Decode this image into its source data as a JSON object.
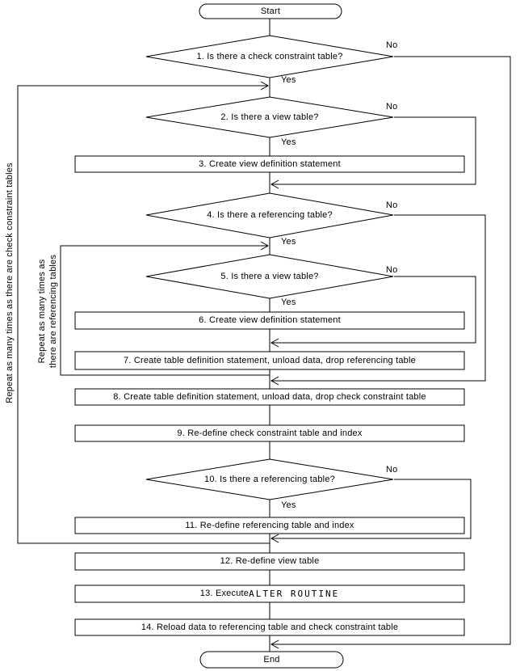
{
  "nodes": {
    "start": "Start",
    "d1": "1. Is there a check constraint table?",
    "d2": "2. Is there a view table?",
    "r3": "3. Create view definition statement",
    "d4": "4. Is there a referencing table?",
    "d5": "5. Is there a view table?",
    "r6": "6. Create view definition statement",
    "r7": "7. Create table definition statement, unload data, drop referencing table",
    "r8": "8. Create table definition statement, unload data, drop check constraint table",
    "r9": "9. Re-define check constraint table and index",
    "d10": "10. Is there a referencing table?",
    "r11": "11. Re-define referencing table and index",
    "r12": "12. Re-define view table",
    "r13": {
      "prefix": "13. Execute ",
      "code": "ALTER ROUTINE"
    },
    "r14": "14. Reload data to referencing table and check constraint table",
    "end": "End"
  },
  "labels": {
    "yes": "Yes",
    "no": "No"
  },
  "loops": {
    "outer": "Repeat as many times as there are check constraint tables",
    "inner_line1": "Repeat as many times as",
    "inner_line2": "there are referencing tables"
  },
  "colors": {
    "line": "#000000",
    "background": "#ffffff",
    "text": "#000000"
  }
}
